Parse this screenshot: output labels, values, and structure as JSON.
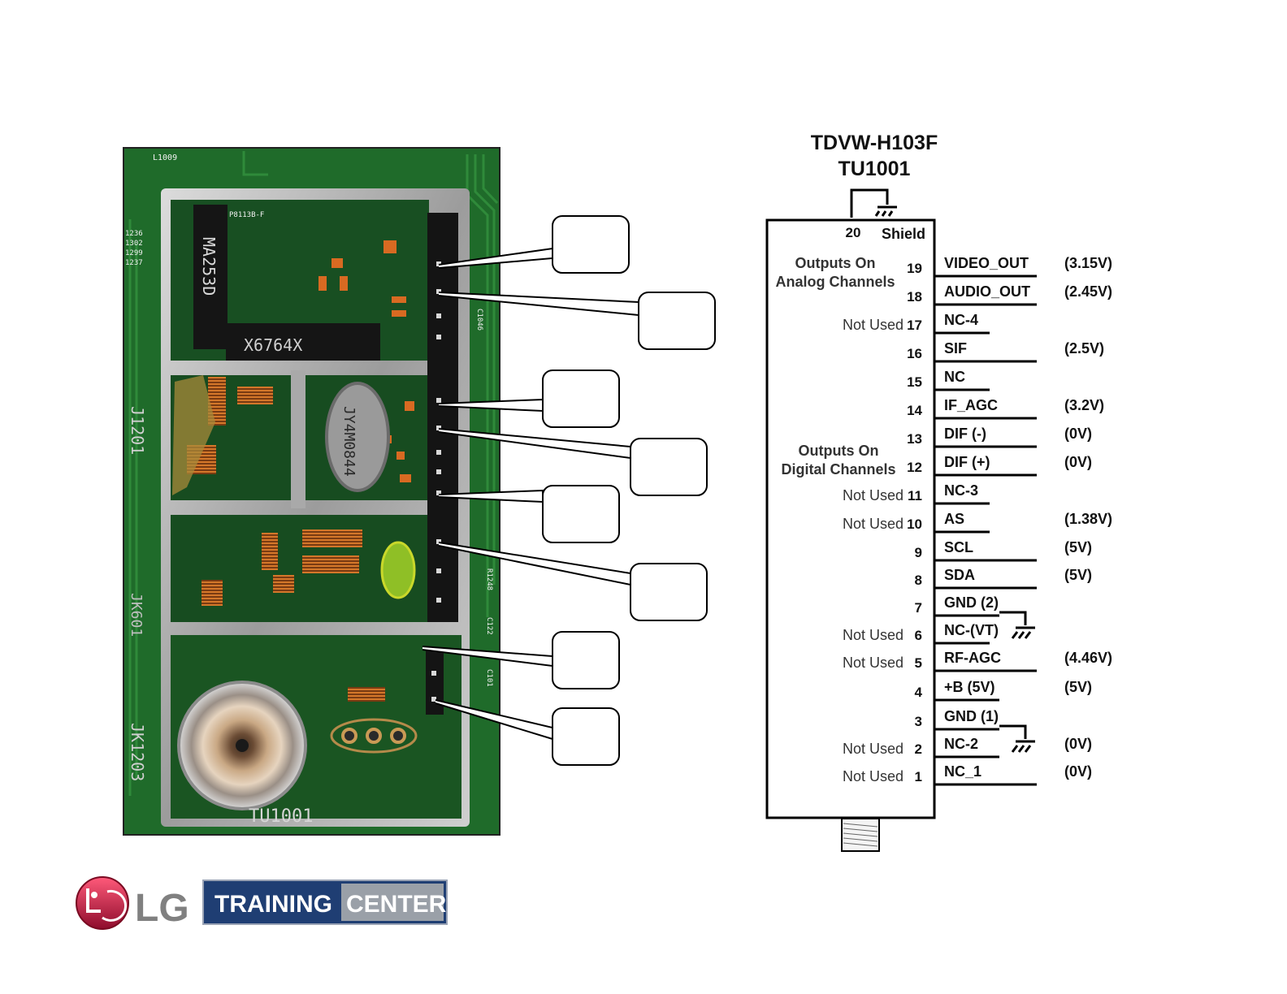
{
  "photo": {
    "silkscreen": [
      "L1009",
      "1236",
      "1302",
      "1299",
      "1237",
      "C1046",
      "J1201",
      "JK601",
      "JK1203",
      "TU1001",
      "R1248",
      "C122",
      "C101"
    ],
    "chip_markings": [
      "P8113B-F",
      "MA253D",
      "X6764X",
      "JY4M0844"
    ]
  },
  "callouts": [
    {
      "id": "c1",
      "text": ""
    },
    {
      "id": "c2",
      "text": ""
    },
    {
      "id": "c3",
      "text": ""
    },
    {
      "id": "c4",
      "text": ""
    },
    {
      "id": "c5",
      "text": ""
    },
    {
      "id": "c6",
      "text": ""
    },
    {
      "id": "c7",
      "text": ""
    },
    {
      "id": "c8",
      "text": ""
    }
  ],
  "schematic": {
    "title_line1": "TDVW-H103F",
    "title_line2": "TU1001",
    "shield_pin": "20",
    "shield_label": "Shield",
    "group_analog": [
      "Outputs On",
      "Analog Channels"
    ],
    "group_digital": [
      "Outputs On",
      "Digital Channels"
    ],
    "pins": [
      {
        "num": "19",
        "name": "VIDEO_OUT",
        "voltage": "(3.15V)",
        "note": ""
      },
      {
        "num": "18",
        "name": "AUDIO_OUT",
        "voltage": "(2.45V)",
        "note": ""
      },
      {
        "num": "17",
        "name": "NC-4",
        "voltage": "",
        "note": "Not Used"
      },
      {
        "num": "16",
        "name": "SIF",
        "voltage": "(2.5V)",
        "note": ""
      },
      {
        "num": "15",
        "name": "NC",
        "voltage": "",
        "note": ""
      },
      {
        "num": "14",
        "name": "IF_AGC",
        "voltage": "(3.2V)",
        "note": ""
      },
      {
        "num": "13",
        "name": "DIF (-)",
        "voltage": "(0V)",
        "note": ""
      },
      {
        "num": "12",
        "name": "DIF (+)",
        "voltage": "(0V)",
        "note": ""
      },
      {
        "num": "11",
        "name": "NC-3",
        "voltage": "",
        "note": "Not Used"
      },
      {
        "num": "10",
        "name": "AS",
        "voltage": "(1.38V)",
        "note": "Not Used"
      },
      {
        "num": "9",
        "name": "SCL",
        "voltage": "(5V)",
        "note": ""
      },
      {
        "num": "8",
        "name": "SDA",
        "voltage": "(5V)",
        "note": ""
      },
      {
        "num": "7",
        "name": "GND (2)",
        "voltage": "",
        "note": ""
      },
      {
        "num": "6",
        "name": "NC-(VT)",
        "voltage": "",
        "note": "Not Used"
      },
      {
        "num": "5",
        "name": "RF-AGC",
        "voltage": "(4.46V)",
        "note": "Not Used"
      },
      {
        "num": "4",
        "name": "+B (5V)",
        "voltage": "(5V)",
        "note": ""
      },
      {
        "num": "3",
        "name": "GND (1)",
        "voltage": "",
        "note": ""
      },
      {
        "num": "2",
        "name": "NC-2",
        "voltage": "(0V)",
        "note": "Not Used"
      },
      {
        "num": "1",
        "name": "NC_1",
        "voltage": "(0V)",
        "note": "Not Used"
      }
    ]
  },
  "logo": {
    "brand": "LG",
    "training": "TRAINING",
    "center": "CENTER"
  },
  "colors": {
    "pcb_green": "#1f6b2a",
    "shield_metal": "#b9b9b9",
    "logo_red": "#b8123a",
    "logo_gray": "#808080",
    "logo_navy": "#1f3e73"
  }
}
